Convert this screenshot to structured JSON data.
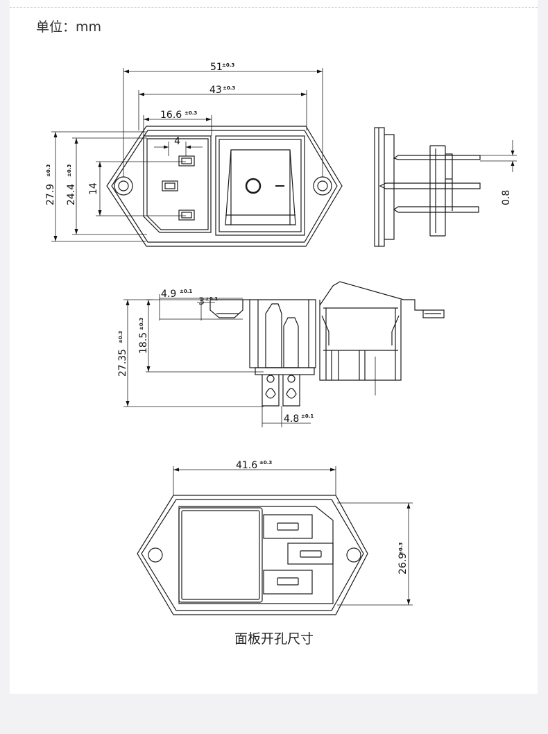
{
  "unit_label": "单位：mm",
  "caption": "面板开孔尺寸",
  "dimensions": {
    "top_view": {
      "overall_width": "51",
      "overall_width_tol": "±0.3",
      "hole_spacing": "43",
      "hole_spacing_tol": "±0.3",
      "socket_width": "16.6",
      "socket_width_tol": "±0.3",
      "pin_offset": "4",
      "overall_height": "27.9",
      "overall_height_tol": "±0.3",
      "body_height": "24.4",
      "body_height_tol": "±0.3",
      "pin_span": "14",
      "pin_thickness": "0.8"
    },
    "side_view": {
      "flange_depth": "4.9",
      "flange_depth_tol": "±0.1",
      "flange_thickness": "3",
      "flange_thickness_tol": "±0.1",
      "body_depth": "18.5",
      "body_depth_tol": "±0.3",
      "total_depth": "27.35",
      "total_depth_tol": "±0.3",
      "terminal_width": "4.8",
      "terminal_width_tol": "±0.1"
    },
    "cutout_view": {
      "cutout_width": "41.6",
      "cutout_width_tol": "±0.3",
      "cutout_height": "26.9",
      "cutout_height_tol": "±0.3"
    }
  }
}
